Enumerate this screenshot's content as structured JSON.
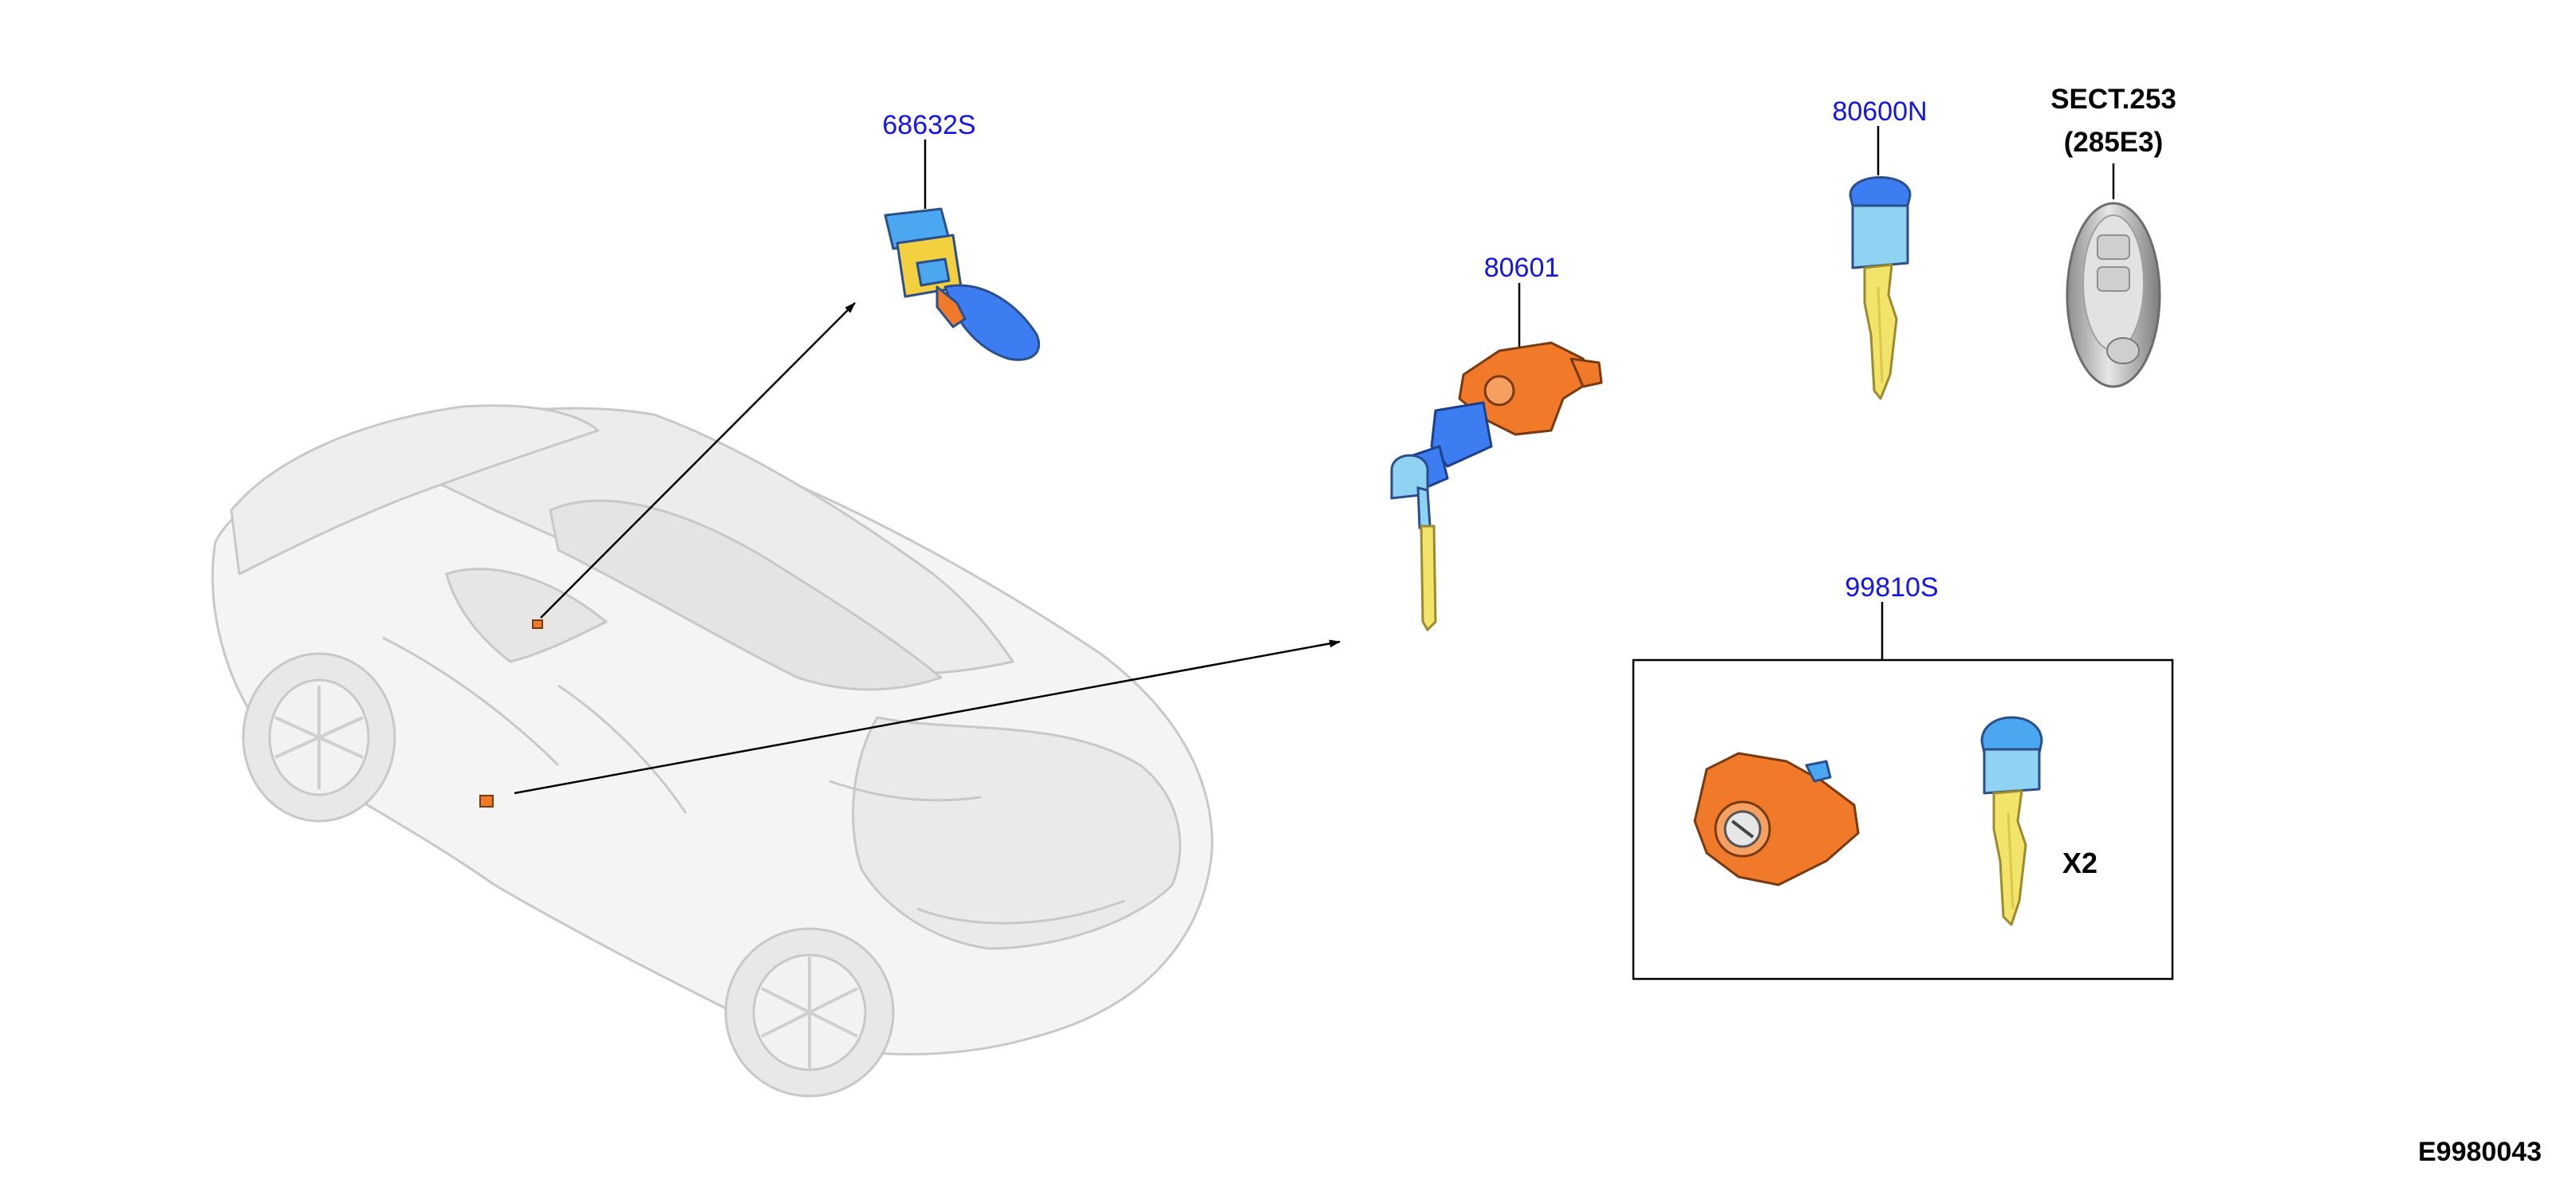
{
  "labels": {
    "part_68632S": "68632S",
    "part_80601": "80601",
    "part_80600N": "80600N",
    "part_99810S": "99810S",
    "sect_line1": "SECT.253",
    "sect_line2": "(285E3)",
    "qty": "X2",
    "figure_code": "E9980043"
  },
  "colors": {
    "part_label": "#1414e6",
    "lock_orange": "#f07a2a",
    "key_blue": "#4aa7f0",
    "key_light_blue": "#8fd2f2",
    "key_blade": "#f2e36a",
    "housing_blue": "#3d7df2",
    "cylinder_yellow": "#f2d040",
    "fob_gray": "#9a9a9a",
    "car_gray": "#dcdcdc"
  },
  "icons": [
    "door-lock-cylinder-icon",
    "ignition-lock-icon",
    "key-icon",
    "smart-key-fob-icon",
    "car-body-icon"
  ]
}
